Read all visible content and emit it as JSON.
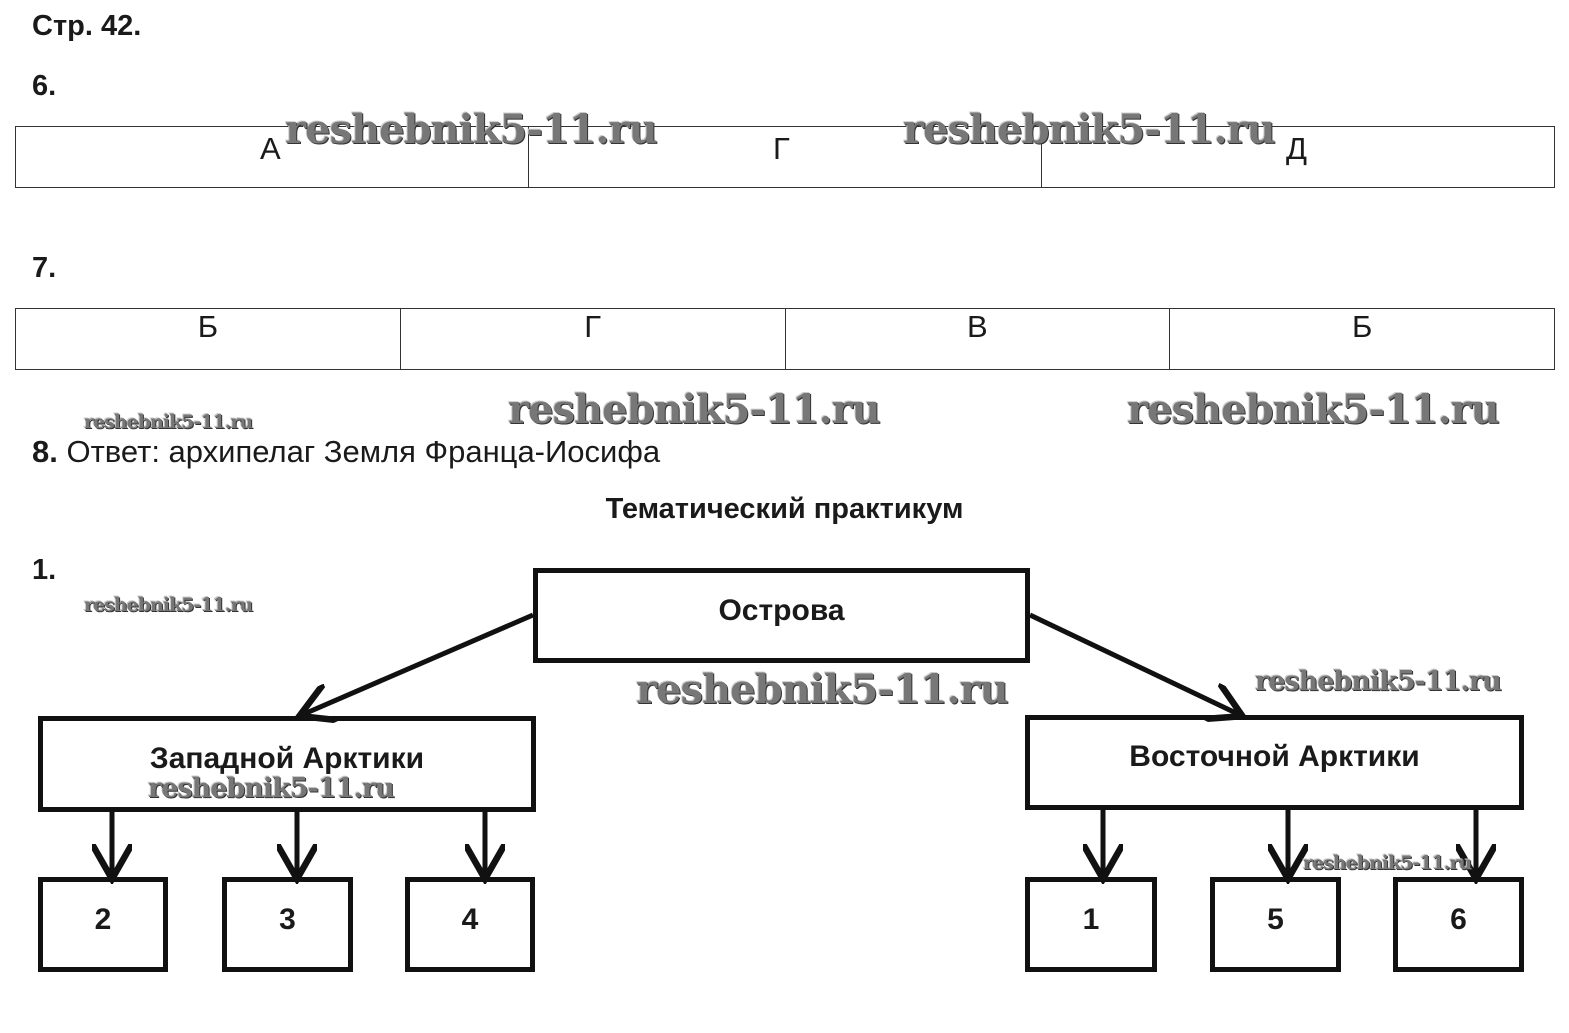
{
  "page_label": "Стр. 42.",
  "task6": {
    "number": "6.",
    "answers": [
      "А",
      "Г",
      "Д"
    ]
  },
  "task7": {
    "number": "7.",
    "answers": [
      "Б",
      "Г",
      "В",
      "Б"
    ]
  },
  "task8": {
    "number": "8.",
    "answer": "Ответ: архипелаг Земля Франца-Иосифа"
  },
  "section_title": "Тематический практикум",
  "task1": {
    "number": "1.",
    "root": "Острова",
    "west": "Западной Арктики",
    "east": "Восточной Арктики",
    "west_items": [
      "2",
      "3",
      "4"
    ],
    "east_items": [
      "1",
      "5",
      "6"
    ]
  },
  "watermark": "reshebnik5-11.ru"
}
